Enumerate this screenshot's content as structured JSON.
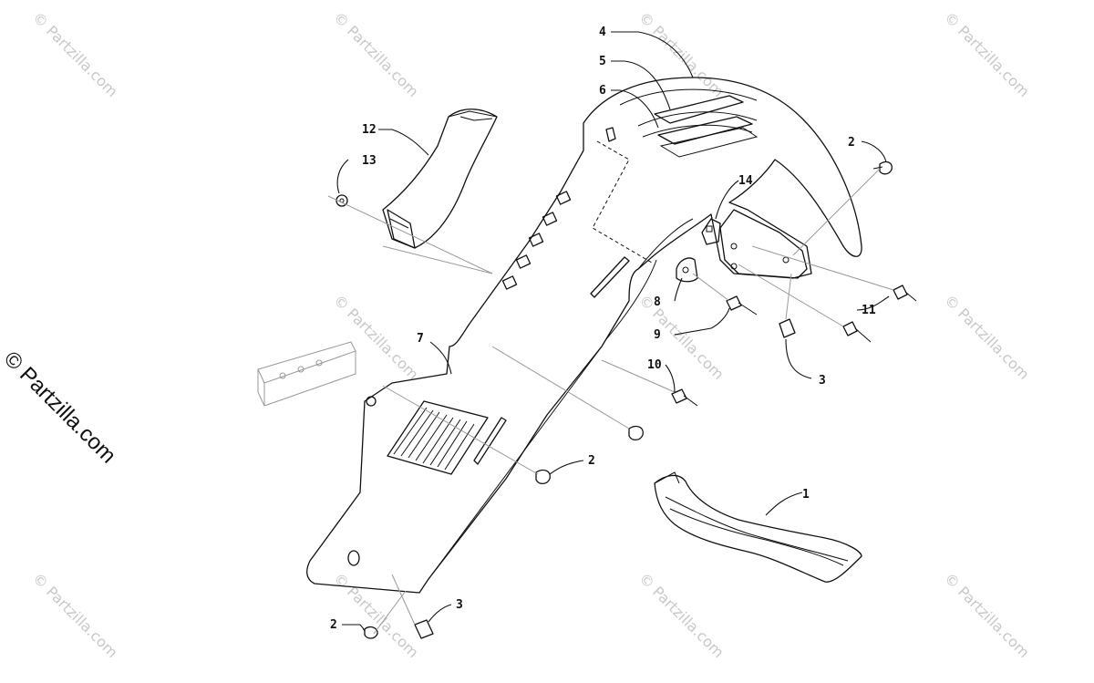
{
  "copyright": "© Partzilla.com",
  "watermark": "© Partzilla.com",
  "callouts": {
    "c1": "1",
    "c2a": "2",
    "c2b": "2",
    "c2c": "2",
    "c3a": "3",
    "c3b": "3",
    "c4": "4",
    "c5": "5",
    "c6": "6",
    "c7": "7",
    "c8": "8",
    "c9": "9",
    "c10": "10",
    "c11": "11",
    "c12": "12",
    "c13": "13",
    "c14": "14"
  },
  "colors": {
    "line": "#111111",
    "watermark": "#c8c8c8",
    "background": "#ffffff"
  }
}
